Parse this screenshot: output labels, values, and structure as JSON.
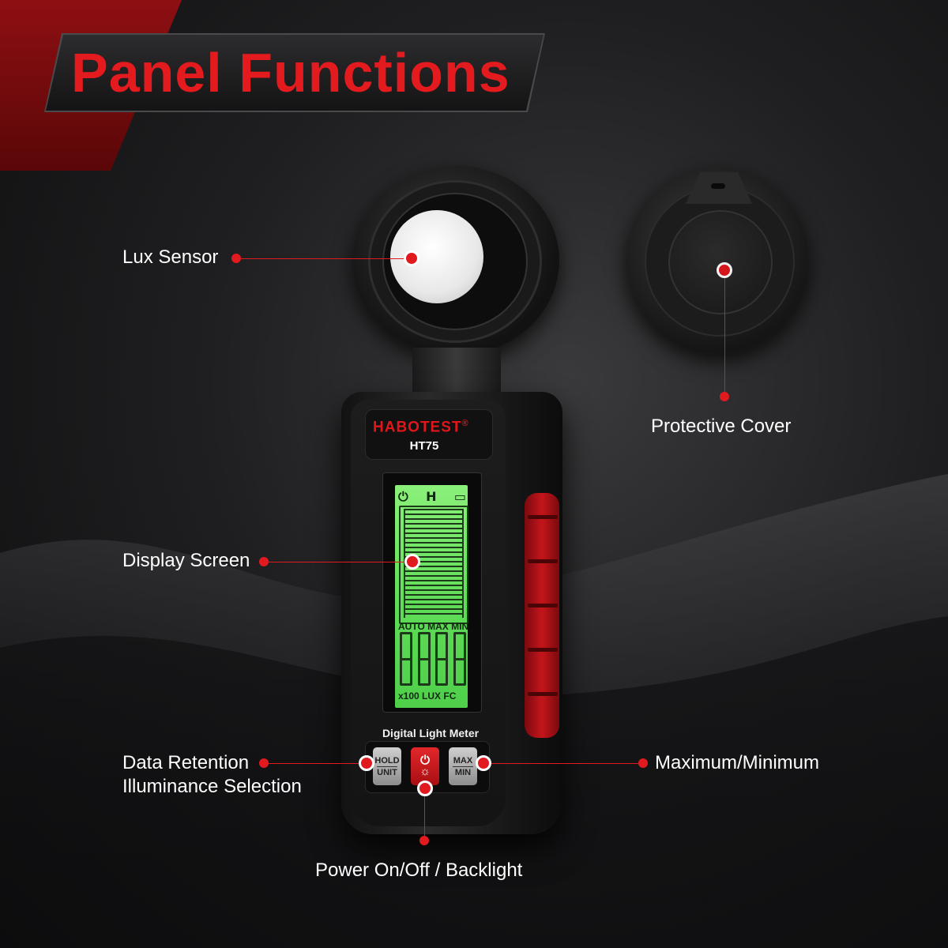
{
  "title": "Panel Functions",
  "device": {
    "brand": "HABOTEST",
    "registered_mark": "®",
    "model": "HT75",
    "name_plate": "Digital Light Meter",
    "lcd": {
      "status_icons": [
        "⏻",
        "H",
        "▭"
      ],
      "modes": "AUTO MAX MIN",
      "units": "x100 LUX FC"
    },
    "buttons": {
      "hold_unit": [
        "HOLD",
        "UNIT"
      ],
      "power": "⏻",
      "power_sub": "☼",
      "max_min": [
        "MAX",
        "MIN"
      ]
    }
  },
  "callouts": {
    "lux_sensor": "Lux Sensor",
    "protective_cover": "Protective Cover",
    "display_screen": "Display Screen",
    "data_retention": "Data Retention",
    "illuminance_selection": "Illuminance Selection",
    "max_min": "Maximum/Minimum",
    "power": "Power On/Off / Backlight"
  },
  "colors": {
    "accent": "#e11a1f",
    "lcd_green": "#5fdc57",
    "background": "#1f1f21"
  }
}
